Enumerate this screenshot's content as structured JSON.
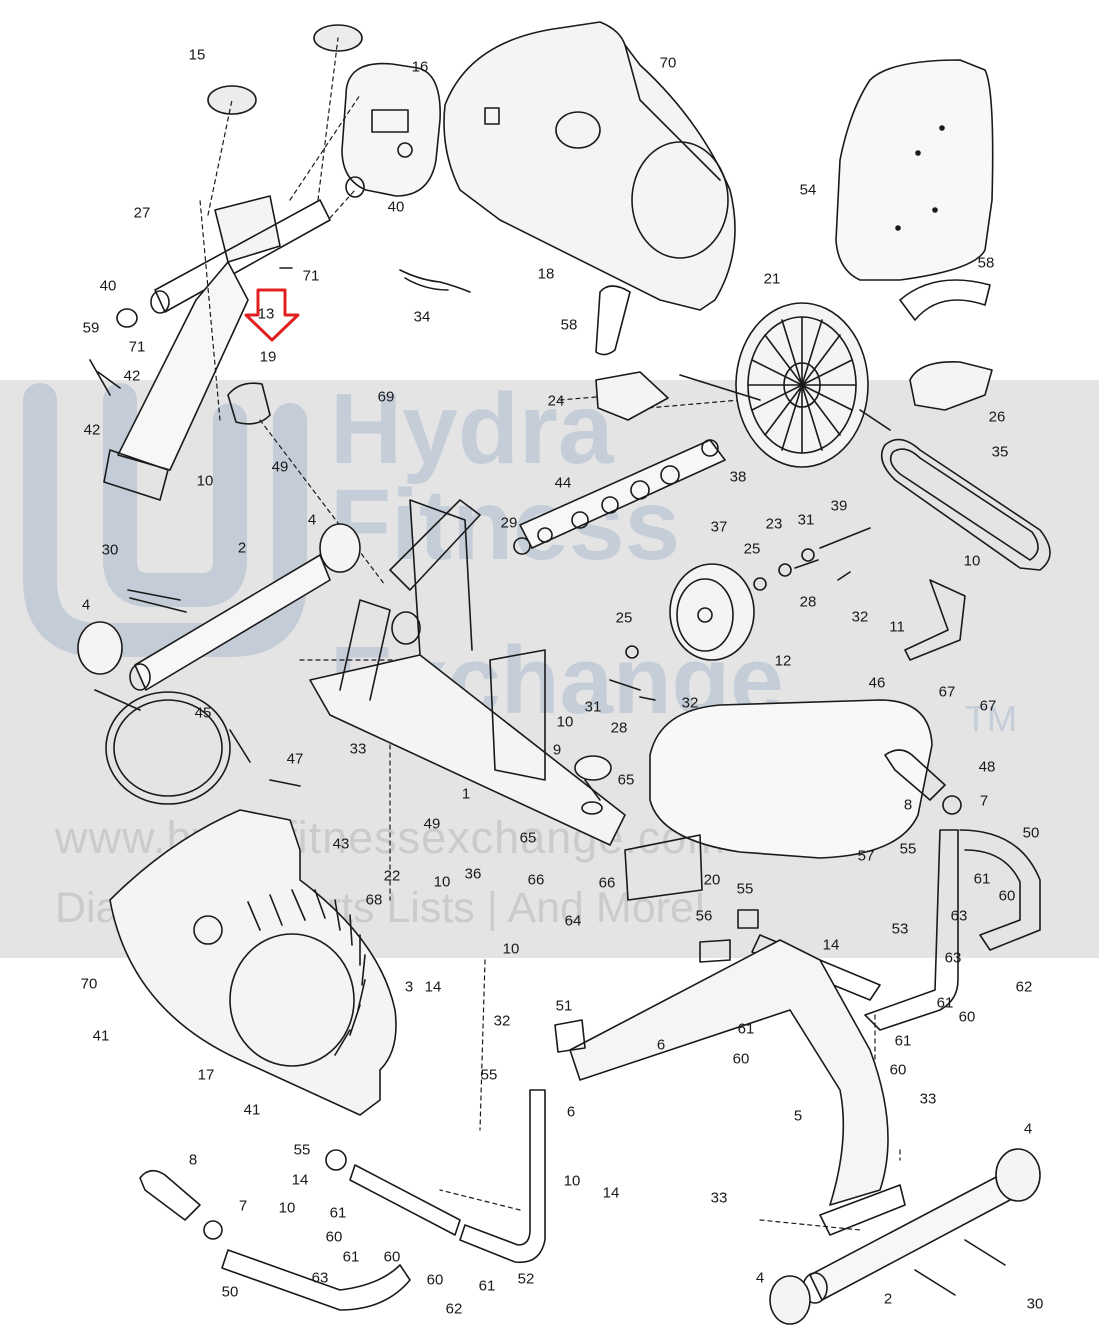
{
  "watermark": {
    "line1": "Hydra",
    "line2": "Fitness",
    "line3": "Exchange",
    "tm": "TM",
    "url": "www.hydrafitnessexchange.com",
    "tagline": "Diagrams | Parts Lists | And More!"
  },
  "callouts": [
    "15",
    "16",
    "70",
    "27",
    "40",
    "71",
    "40",
    "59",
    "71",
    "13",
    "19",
    "42",
    "42",
    "10",
    "49",
    "34",
    "18",
    "54",
    "58",
    "58",
    "21",
    "24",
    "26",
    "69",
    "44",
    "38",
    "35",
    "10",
    "39",
    "31",
    "23",
    "25",
    "37",
    "29",
    "4",
    "30",
    "2",
    "4",
    "28",
    "32",
    "11",
    "25",
    "12",
    "46",
    "67",
    "67",
    "45",
    "10",
    "31",
    "28",
    "32",
    "48",
    "47",
    "33",
    "9",
    "65",
    "8",
    "7",
    "1",
    "50",
    "43",
    "49",
    "22",
    "65",
    "66",
    "66",
    "64",
    "20",
    "55",
    "57",
    "61",
    "60",
    "63",
    "70",
    "68",
    "10",
    "36",
    "10",
    "56",
    "55",
    "14",
    "53",
    "63",
    "62",
    "3",
    "14",
    "61",
    "60",
    "41",
    "32",
    "51",
    "6",
    "61",
    "60",
    "61",
    "60",
    "17",
    "55",
    "6",
    "5",
    "33",
    "41",
    "4",
    "55",
    "8",
    "7",
    "14",
    "61",
    "60",
    "10",
    "61",
    "60",
    "10",
    "14",
    "52",
    "63",
    "50",
    "60",
    "61",
    "62",
    "33",
    "4",
    "2",
    "30"
  ],
  "highlight": {
    "part": "13",
    "color": "#e02020"
  }
}
